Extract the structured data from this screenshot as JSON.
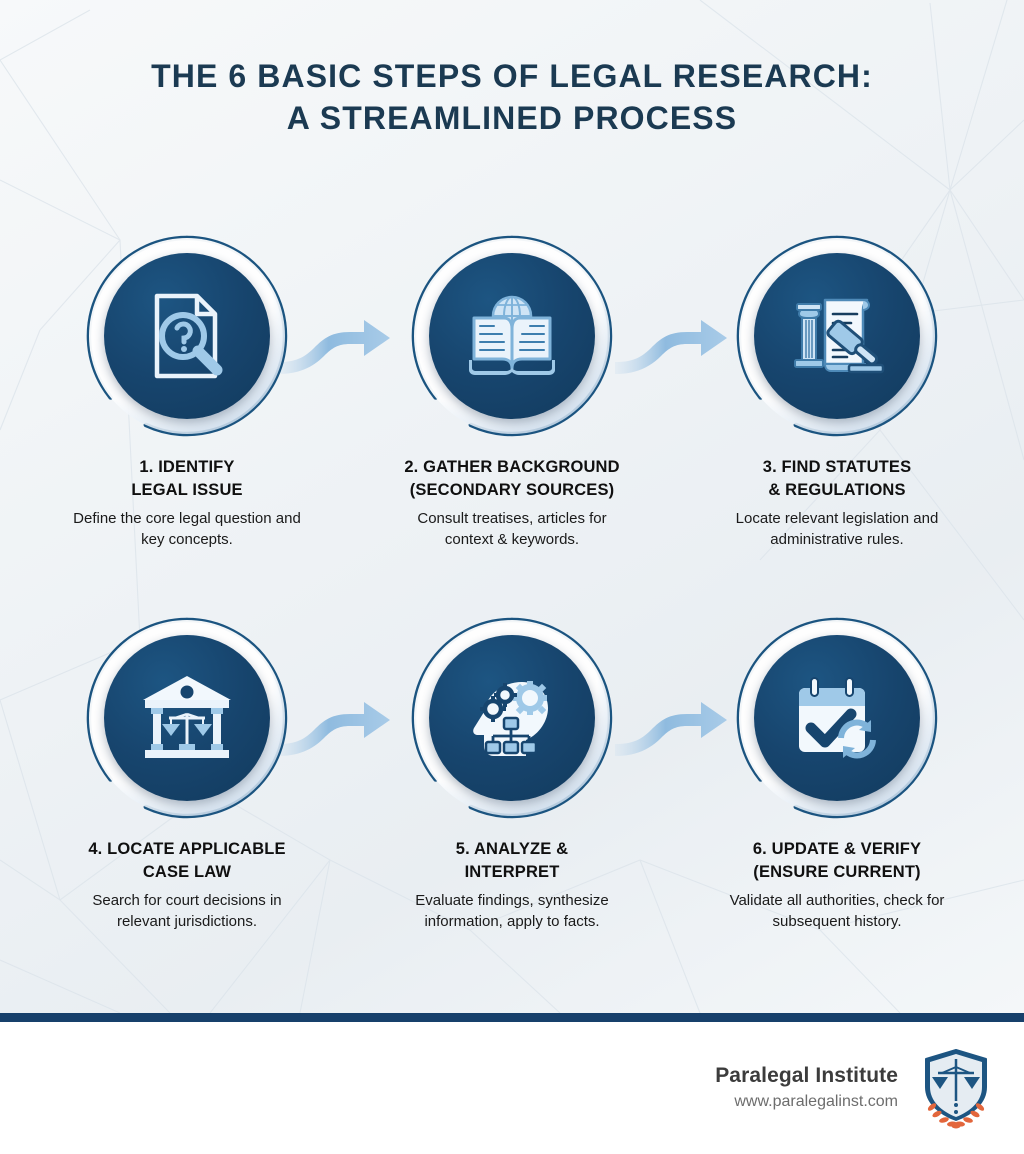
{
  "title": {
    "line1": "THE 6 BASIC STEPS OF LEGAL RESEARCH:",
    "line2": "A STREAMLINED PROCESS"
  },
  "colors": {
    "title": "#1b3a52",
    "circle_fill": "#17456e",
    "ring": "#1d567f",
    "icon_light": "#eaf3fb",
    "icon_blue": "#9fc9e8",
    "arrow": "#74a9d4",
    "divider": "#17406b",
    "background": "#eef2f5",
    "logo_shield": "#1d5582",
    "logo_laurel": "#e2663c"
  },
  "steps": [
    {
      "number": "1",
      "title_line1": "1. IDENTIFY",
      "title_line2": "LEGAL ISSUE",
      "description": "Define the core legal question and key concepts.",
      "icon": "document-magnifier-question-icon"
    },
    {
      "number": "2",
      "title_line1": "2. GATHER BACKGROUND",
      "title_line2": "(SECONDARY SOURCES)",
      "description": "Consult treatises, articles for context & keywords.",
      "icon": "open-book-globe-icon"
    },
    {
      "number": "3",
      "title_line1": "3. FIND STATUTES",
      "title_line2": "& REGULATIONS",
      "description": "Locate relevant legislation and administrative rules.",
      "icon": "column-scroll-gavel-icon"
    },
    {
      "number": "4",
      "title_line1": "4. LOCATE APPLICABLE",
      "title_line2": "CASE LAW",
      "description": "Search for court decisions in relevant jurisdictions.",
      "icon": "courthouse-scales-icon"
    },
    {
      "number": "5",
      "title_line1": "5. ANALYZE &",
      "title_line2": "INTERPRET",
      "description": "Evaluate findings, synthesize information, apply to facts.",
      "icon": "head-gears-flowchart-icon"
    },
    {
      "number": "6",
      "title_line1": "6. UPDATE & VERIFY",
      "title_line2": "(ENSURE CURRENT)",
      "description": "Validate all authorities, check for subsequent history.",
      "icon": "calendar-check-refresh-icon"
    }
  ],
  "arrows": [
    {
      "name": "arrow-step1-to-step2"
    },
    {
      "name": "arrow-step2-to-step3"
    },
    {
      "name": "arrow-step4-to-step5"
    },
    {
      "name": "arrow-step5-to-step6"
    }
  ],
  "footer": {
    "brand_name": "Paralegal Institute",
    "brand_url": "www.paralegalinst.com",
    "logo": "shield-scales-laurel-logo"
  }
}
